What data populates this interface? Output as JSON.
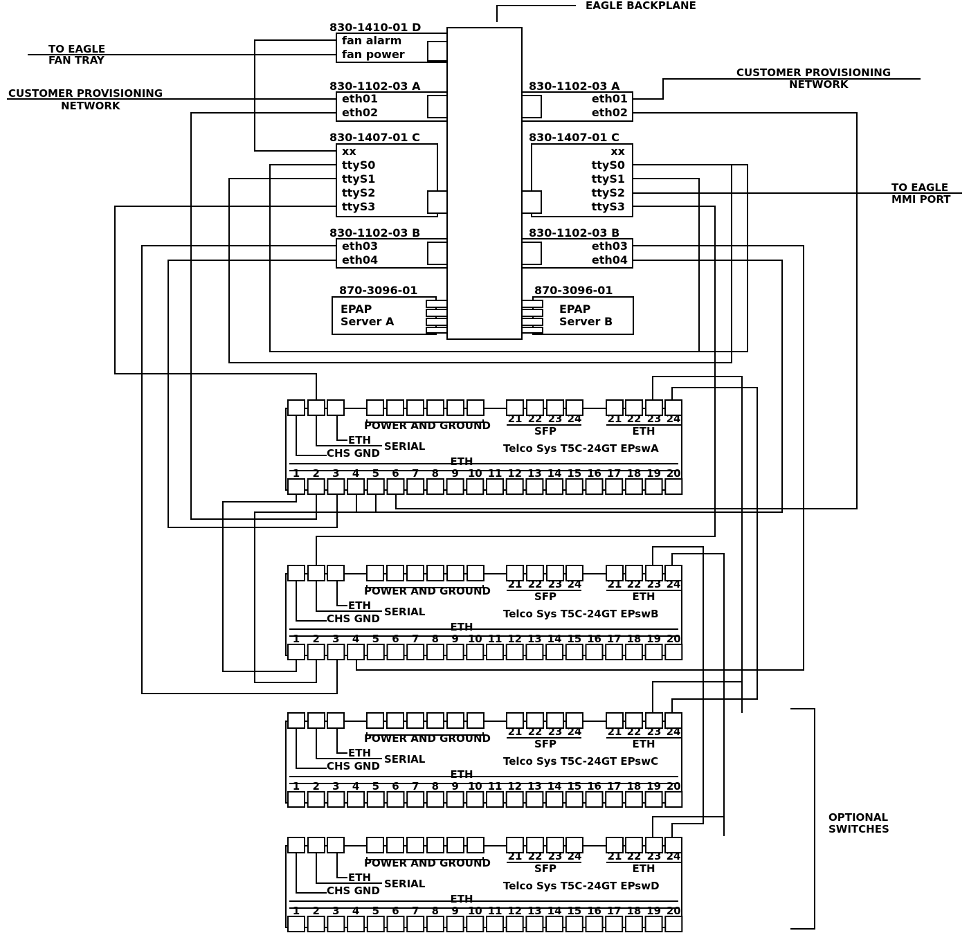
{
  "backplane": {
    "label": "EAGLE BACKPLANE"
  },
  "external": {
    "fan_tray": [
      "TO EAGLE",
      "FAN TRAY"
    ],
    "cust_net_left": [
      "CUSTOMER PROVISIONING",
      "NETWORK"
    ],
    "cust_net_right": [
      "CUSTOMER PROVISIONING",
      "NETWORK"
    ],
    "mmi_port": [
      "TO EAGLE",
      "MMI PORT"
    ]
  },
  "cards": {
    "fan_card": {
      "part": "830-1410-01",
      "slot": "D",
      "ports": [
        "fan alarm",
        "fan power"
      ]
    },
    "eth_a_left": {
      "part": "830-1102-03",
      "slot": "A",
      "ports": [
        "eth01",
        "eth02"
      ]
    },
    "eth_a_right": {
      "part": "830-1102-03",
      "slot": "A",
      "ports": [
        "eth01",
        "eth02"
      ]
    },
    "serial_c_left": {
      "part": "830-1407-01",
      "slot": "C",
      "ports": [
        "xx",
        "ttyS0",
        "ttyS1",
        "ttyS2",
        "ttyS3"
      ]
    },
    "serial_c_right": {
      "part": "830-1407-01",
      "slot": "C",
      "ports": [
        "xx",
        "ttyS0",
        "ttyS1",
        "ttyS2",
        "ttyS3"
      ]
    },
    "eth_b_left": {
      "part": "830-1102-03",
      "slot": "B",
      "ports": [
        "eth03",
        "eth04"
      ]
    },
    "eth_b_right": {
      "part": "830-1102-03",
      "slot": "B",
      "ports": [
        "eth03",
        "eth04"
      ]
    }
  },
  "servers": {
    "server_a": {
      "part": "870-3096-01",
      "lines": [
        "EPAP",
        "Server  A"
      ]
    },
    "server_b": {
      "part": "870-3096-01",
      "lines": [
        "EPAP",
        "Server  B"
      ]
    }
  },
  "switch_common": {
    "power_ground": "POWER AND GROUND",
    "sfp": "SFP",
    "eth": "ETH",
    "serial": "SERIAL",
    "chs_gnd": "CHS GND",
    "top_ports": [
      "21",
      "22",
      "23",
      "24"
    ],
    "bottom_ports": [
      "1",
      "2",
      "3",
      "4",
      "5",
      "6",
      "7",
      "8",
      "9",
      "10",
      "11",
      "12",
      "13",
      "14",
      "15",
      "16",
      "17",
      "18",
      "19",
      "20"
    ]
  },
  "switches": [
    {
      "id": "EPswA",
      "model": "Telco  Sys  T5C-24GT  EPswA"
    },
    {
      "id": "EPswB",
      "model": "Telco  Sys  T5C-24GT  EPswB"
    },
    {
      "id": "EPswC",
      "model": "Telco  Sys  T5C-24GT  EPswC"
    },
    {
      "id": "EPswD",
      "model": "Telco  Sys  T5C-24GT  EPswD"
    }
  ],
  "optional": [
    "OPTIONAL",
    "SWITCHES"
  ]
}
